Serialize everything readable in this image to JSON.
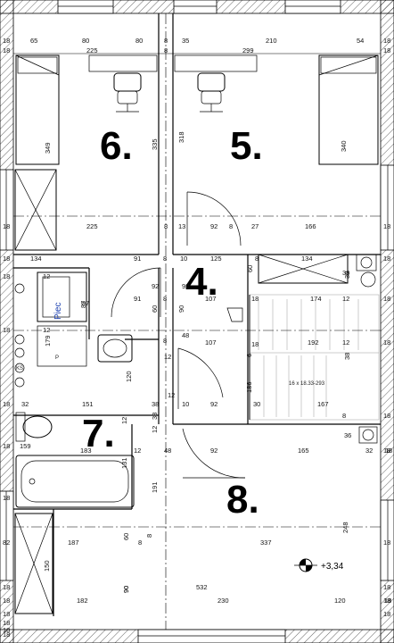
{
  "rooms": [
    {
      "label": "6."
    },
    {
      "label": "5."
    },
    {
      "label": "4."
    },
    {
      "label": "7."
    },
    {
      "label": "8."
    }
  ],
  "appliance_label": "Piec",
  "small_labels": {
    "p": "P",
    "ks": "KS",
    "stairs": "16 x 18.33-293"
  },
  "level_mark": "+3,34",
  "dimensions": {
    "top_row": [
      "65",
      "80",
      "80",
      "8",
      "35",
      "210",
      "54"
    ],
    "second_row": [
      "225",
      "8",
      "299"
    ],
    "left_col": [
      "18",
      "18",
      "18",
      "18",
      "18",
      "18",
      "18",
      "18",
      "18",
      "82",
      "18",
      "18",
      "18",
      "18",
      "18",
      "18"
    ],
    "right_col": [
      "18",
      "18",
      "18",
      "18",
      "18",
      "18",
      "18",
      "18",
      "18",
      "18",
      "18",
      "18"
    ],
    "vert_top": [
      "349",
      "335",
      "318",
      "340"
    ],
    "row_bedrooms": [
      "225",
      "8",
      "13",
      "92",
      "8",
      "27",
      "166"
    ],
    "row_hall1": [
      "134",
      "91",
      "8",
      "10",
      "125",
      "8",
      "134",
      "38"
    ],
    "row_hall2": [
      "12",
      "91",
      "8",
      "87",
      "92",
      "92",
      "107",
      "18",
      "174",
      "12"
    ],
    "row_hall3": [
      "12",
      "8",
      "12",
      "48",
      "107",
      "18",
      "192",
      "12"
    ],
    "vert_mid": [
      "179",
      "120",
      "87",
      "60",
      "60",
      "90",
      "186",
      "38",
      "30",
      "6"
    ],
    "row_bath": [
      "32",
      "151",
      "38",
      "12",
      "10",
      "92",
      "30",
      "167",
      "8"
    ],
    "row_lower": [
      "159",
      "183",
      "12",
      "48",
      "92",
      "165",
      "36",
      "32",
      "18"
    ],
    "vert_low": [
      "131",
      "191",
      "12",
      "90",
      "38",
      "12",
      "248"
    ],
    "row_low2": [
      "187",
      "8",
      "337"
    ],
    "vert_bottom": [
      "60",
      "150",
      "90",
      "8"
    ],
    "row_bottom1": [
      "532"
    ],
    "row_bottom2": [
      "182",
      "230",
      "120",
      "18"
    ],
    "misc": [
      "18",
      "12",
      "8",
      "12",
      "35",
      "8"
    ]
  }
}
